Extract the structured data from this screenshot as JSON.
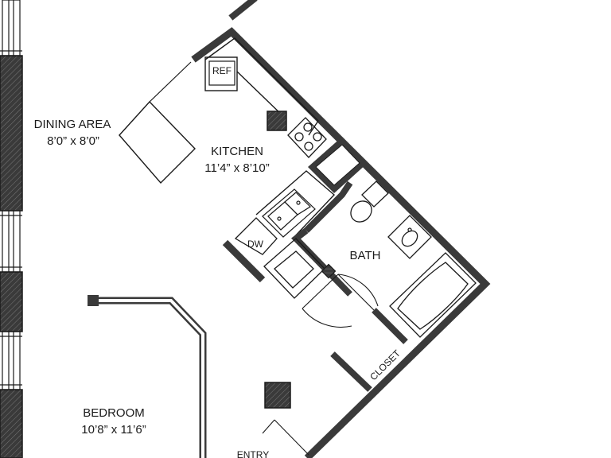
{
  "rooms": {
    "dining": {
      "name": "DINING AREA",
      "size": "8’0” x 8’0”"
    },
    "kitchen": {
      "name": "KITCHEN",
      "size": "11’4” x 8’10”"
    },
    "bath": {
      "name": "BATH"
    },
    "bedroom": {
      "name": "BEDROOM",
      "size": "10’8” x 11’6”"
    }
  },
  "fixtures": {
    "refrigerator": "REF",
    "dishwasher": "DW",
    "closet": "CLOSET",
    "entry": "ENTRY"
  },
  "colors": {
    "wall": "#3a3a3a",
    "line": "#1a1a1a",
    "background": "#ffffff"
  }
}
